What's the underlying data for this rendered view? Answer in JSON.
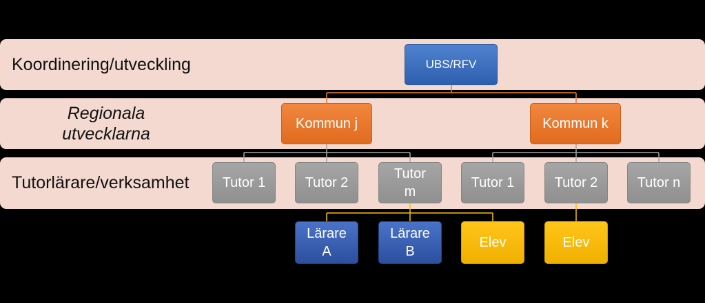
{
  "colors": {
    "band": "#f3d9cf",
    "background": "#000000",
    "top_node": "#3f72c2",
    "kommun": "#ed7d31",
    "tutor": "#9a9a9a",
    "larare": "#3a62b8",
    "elev": "#ffc000",
    "connector_orange": "#ed7d31",
    "connector_grey": "#a6a6a6",
    "connector_yellow": "#ffc000"
  },
  "bands": {
    "coordination": "Koordinering/utveckling",
    "regional": "Regionala\nutvecklarna",
    "tutor": "Tutorlärare/verksamhet"
  },
  "nodes": {
    "top": "UBS/RFV",
    "kommun_j": "Kommun j",
    "kommun_k": "Kommun k",
    "tutor_j1": "Tutor 1",
    "tutor_j2": "Tutor 2",
    "tutor_jm": "Tutor\nm",
    "tutor_k1": "Tutor 1",
    "tutor_k2": "Tutor 2",
    "tutor_kn": "Tutor n",
    "larare_a": "Lärare\nA",
    "larare_b": "Lärare\nB",
    "elev_1": "Elev",
    "elev_2": "Elev"
  }
}
